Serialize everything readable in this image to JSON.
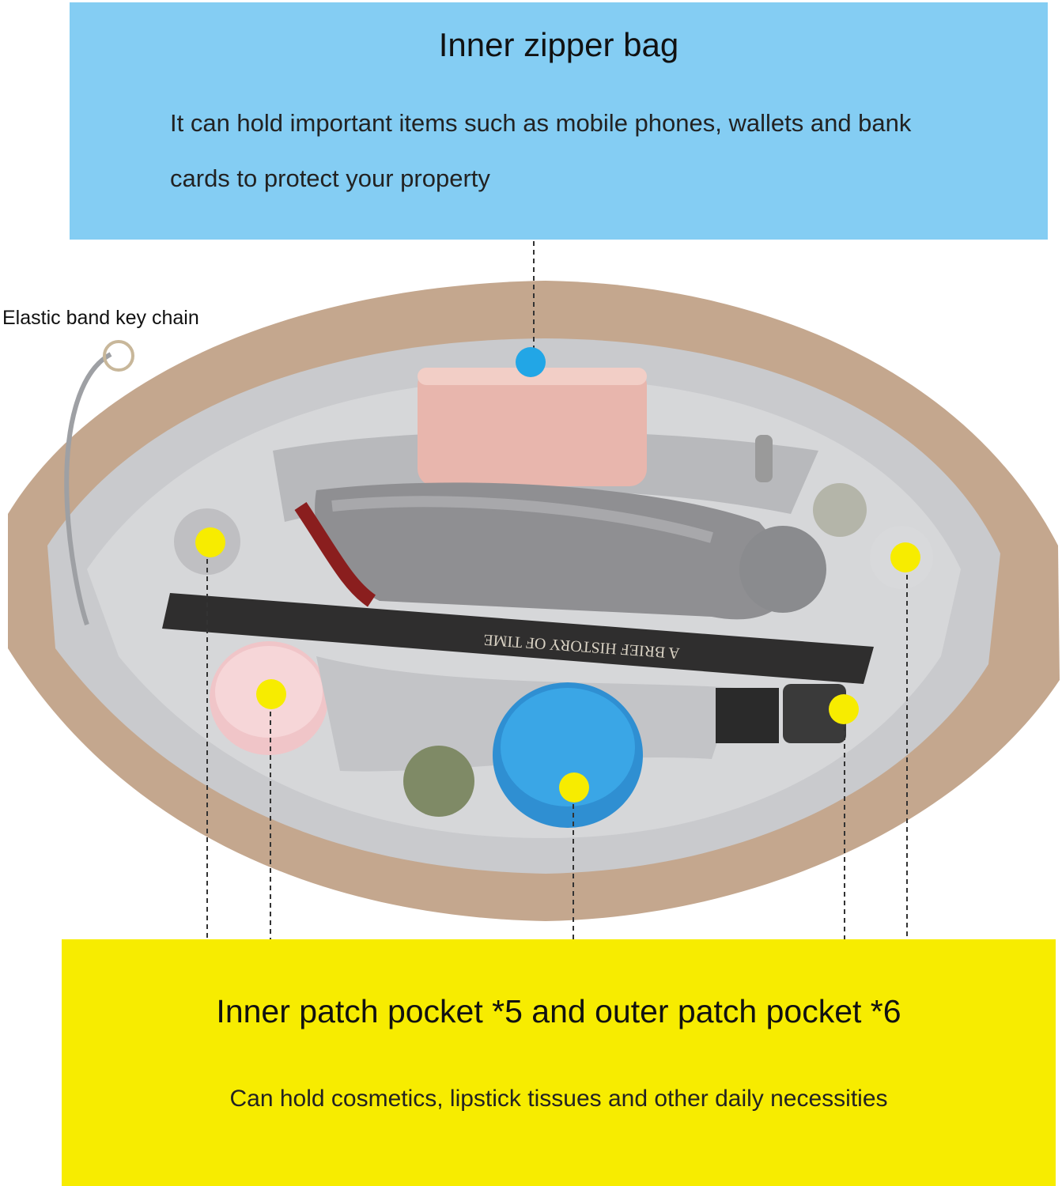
{
  "top_banner": {
    "title": "Inner zipper bag",
    "description": "It can hold important items such as mobile phones, wallets and bank cards to protect your property"
  },
  "keychain": {
    "label": "Elastic band key chain"
  },
  "bottom_banner": {
    "title": "Inner patch pocket *5 and outer patch pocket *6",
    "description": "Can hold cosmetics, lipstick tissues and other daily necessities"
  },
  "colors": {
    "top_banner_bg": "#84cdf3",
    "bottom_banner_bg": "#f7ec00",
    "blue_marker": "#22a6e6",
    "yellow_marker": "#f7ec00",
    "bag_outer": "#c4a78e",
    "bag_lining": "#c9cacd"
  },
  "book_spine": "A BRIEF HISTORY OF TIME"
}
